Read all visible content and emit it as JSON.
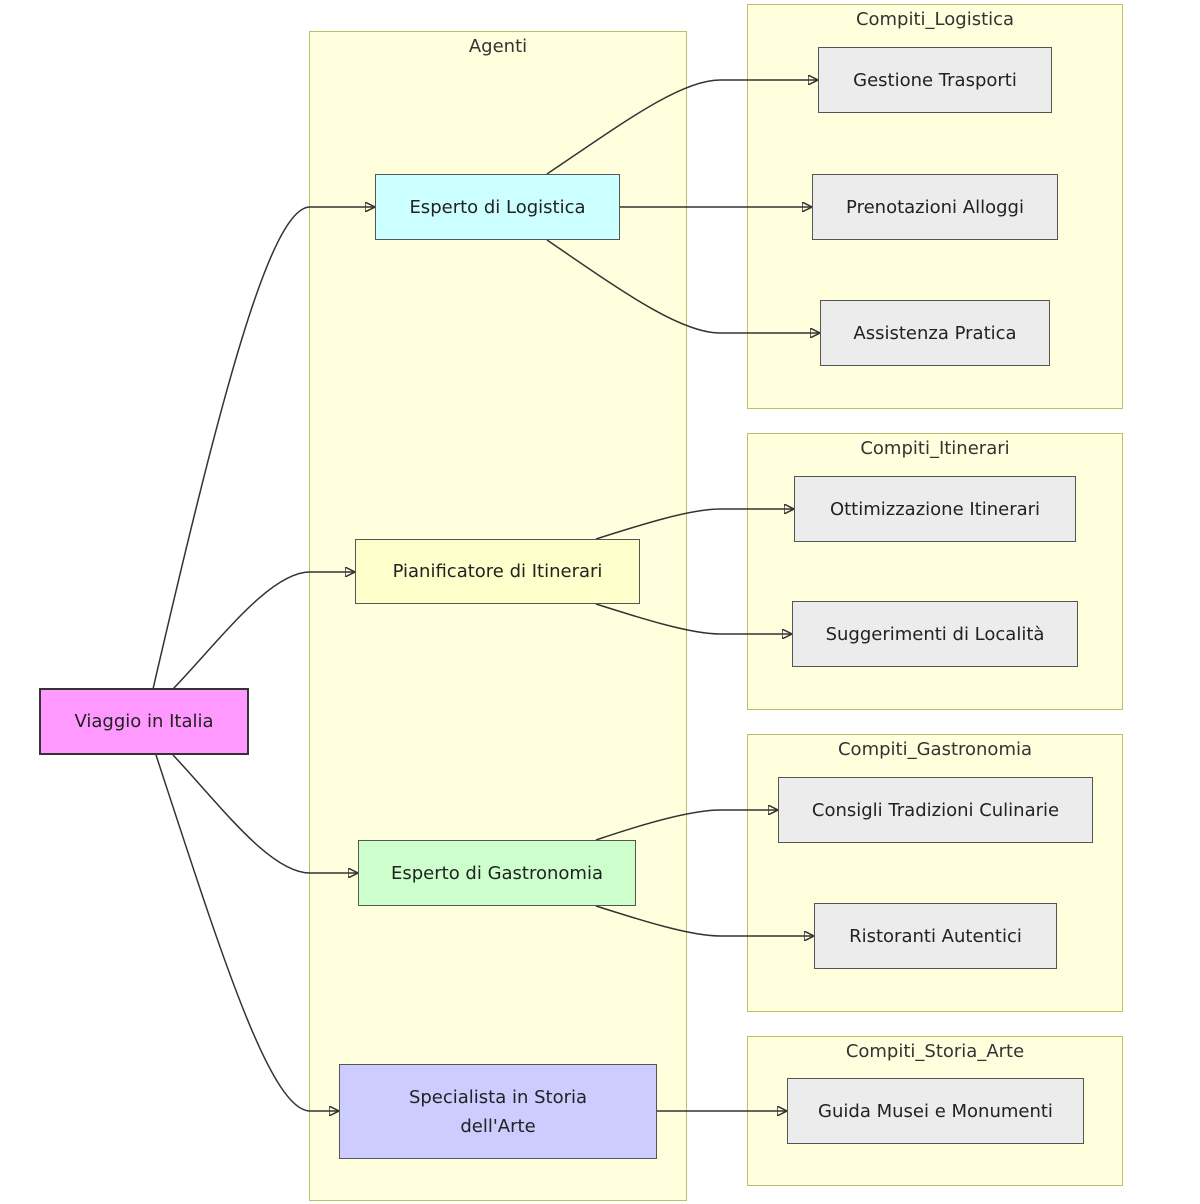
{
  "diagram": {
    "root": {
      "label": "Viaggio in Italia",
      "color": "#ff99ff"
    },
    "agents_cluster": {
      "title": "Agenti"
    },
    "agents": [
      {
        "label": "Esperto di Logistica",
        "color": "#ccffff"
      },
      {
        "label": "Pianificatore di Itinerari",
        "color": "#ffffcc"
      },
      {
        "label": "Esperto di Gastronomia",
        "color": "#ccffcc"
      },
      {
        "label_line1": "Specialista in Storia",
        "label_line2": "dell'Arte",
        "color": "#ccccff"
      }
    ],
    "task_clusters": [
      {
        "title": "Compiti_Logistica",
        "tasks": [
          "Gestione Trasporti",
          "Prenotazioni Alloggi",
          "Assistenza Pratica"
        ]
      },
      {
        "title": "Compiti_Itinerari",
        "tasks": [
          "Ottimizzazione Itinerari",
          "Suggerimenti di Località"
        ]
      },
      {
        "title": "Compiti_Gastronomia",
        "tasks": [
          "Consigli Tradizioni Culinarie",
          "Ristoranti Autentici"
        ]
      },
      {
        "title": "Compiti_Storia_Arte",
        "tasks": [
          "Guida Musei e Monumenti"
        ]
      }
    ],
    "colors": {
      "cluster_fill": "#ffffde",
      "cluster_border": "#bfbf6a",
      "task_fill": "#ececec",
      "edge": "#333333"
    }
  }
}
